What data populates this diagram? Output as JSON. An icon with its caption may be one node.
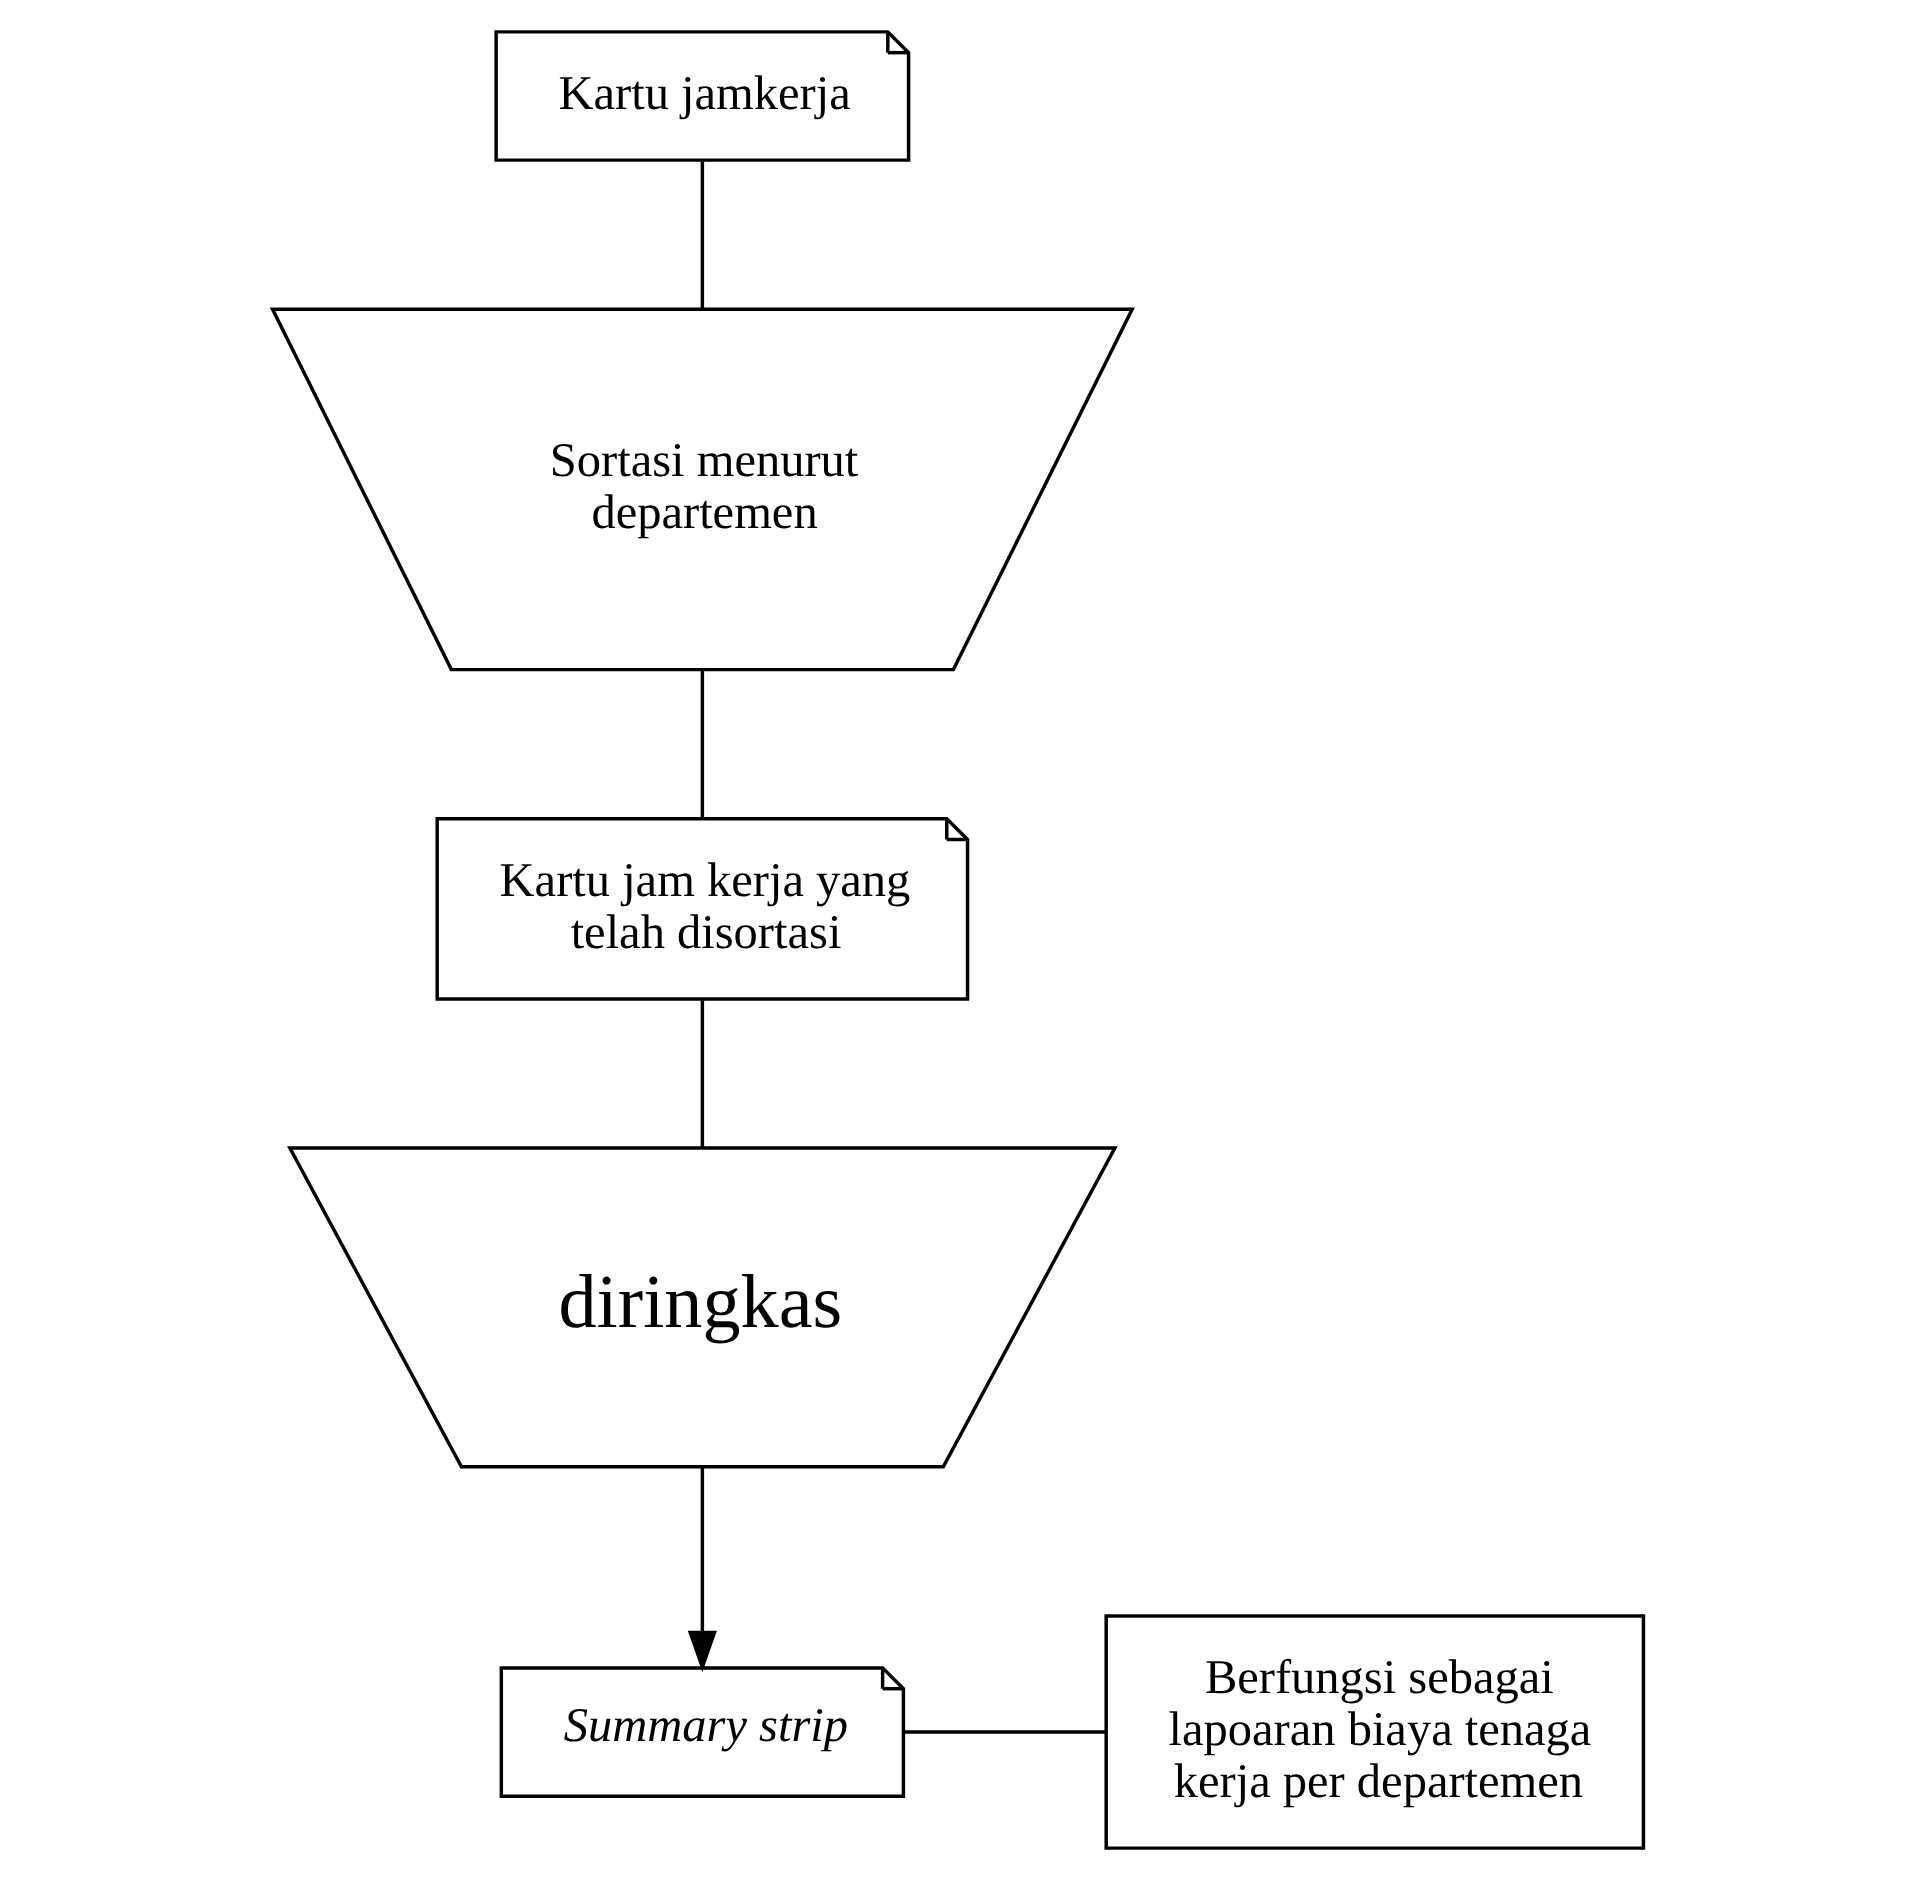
{
  "diagram": {
    "nodes": [
      {
        "text": [
          "Kartu jamkerja"
        ]
      },
      {
        "text": [
          "Sortasi menurut departemen"
        ]
      },
      {
        "text": [
          "Kartu jam kerja yang telah disortasi"
        ]
      },
      {
        "text": [
          "diringkas"
        ]
      },
      {
        "text": [
          "Summary strip"
        ]
      },
      {
        "text": [
          "Berfungsi sebagai lapoaran biaya tenaga kerja per departemen"
        ]
      }
    ],
    "edges": [
      {
        "from": 0,
        "to": 1,
        "arrow": "none"
      },
      {
        "from": 1,
        "to": 2,
        "arrow": "none"
      },
      {
        "from": 2,
        "to": 3,
        "arrow": "none"
      },
      {
        "from": 3,
        "to": 4,
        "arrow": "to"
      },
      {
        "from": 4,
        "to": 5,
        "arrow": "none"
      }
    ]
  }
}
